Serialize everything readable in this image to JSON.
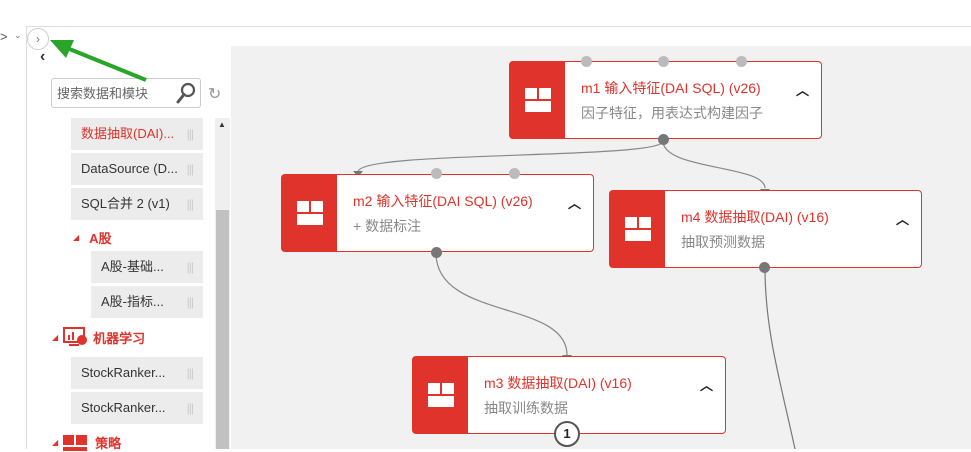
{
  "breadcrumb": {
    "separator": ">",
    "dropdown": "⌄"
  },
  "sidebar": {
    "expand_icon": "›",
    "collapse_icon": "‹",
    "search_placeholder": "搜索数据和模块",
    "items": [
      {
        "label": "数据抽取(DAI)...",
        "active": true
      },
      {
        "label": "DataSource (D..."
      },
      {
        "label": "SQL合并 2 (v1)"
      },
      {
        "label": "A股-基础..."
      },
      {
        "label": "A股-指标..."
      },
      {
        "label": "StockRanker..."
      },
      {
        "label": "StockRanker..."
      }
    ],
    "groups": [
      {
        "label": "A股"
      },
      {
        "label": "机器学习"
      },
      {
        "label": "策略"
      }
    ]
  },
  "nodes": [
    {
      "id": "m1",
      "title": "m1 输入特征(DAI SQL) (v26)",
      "desc": "因子特征，用表达式构建因子"
    },
    {
      "id": "m2",
      "title": "m2 输入特征(DAI SQL) (v26)",
      "desc": "+ 数据标注"
    },
    {
      "id": "m4",
      "title": "m4 数据抽取(DAI) (v16)",
      "desc": "抽取预测数据"
    },
    {
      "id": "m3",
      "title": "m3 数据抽取(DAI) (v16)",
      "desc": "抽取训练数据",
      "badge": "1"
    }
  ],
  "colors": {
    "accent": "#e0332b",
    "canvas": "#f1f1f1",
    "arrow": "#2aa52a"
  }
}
